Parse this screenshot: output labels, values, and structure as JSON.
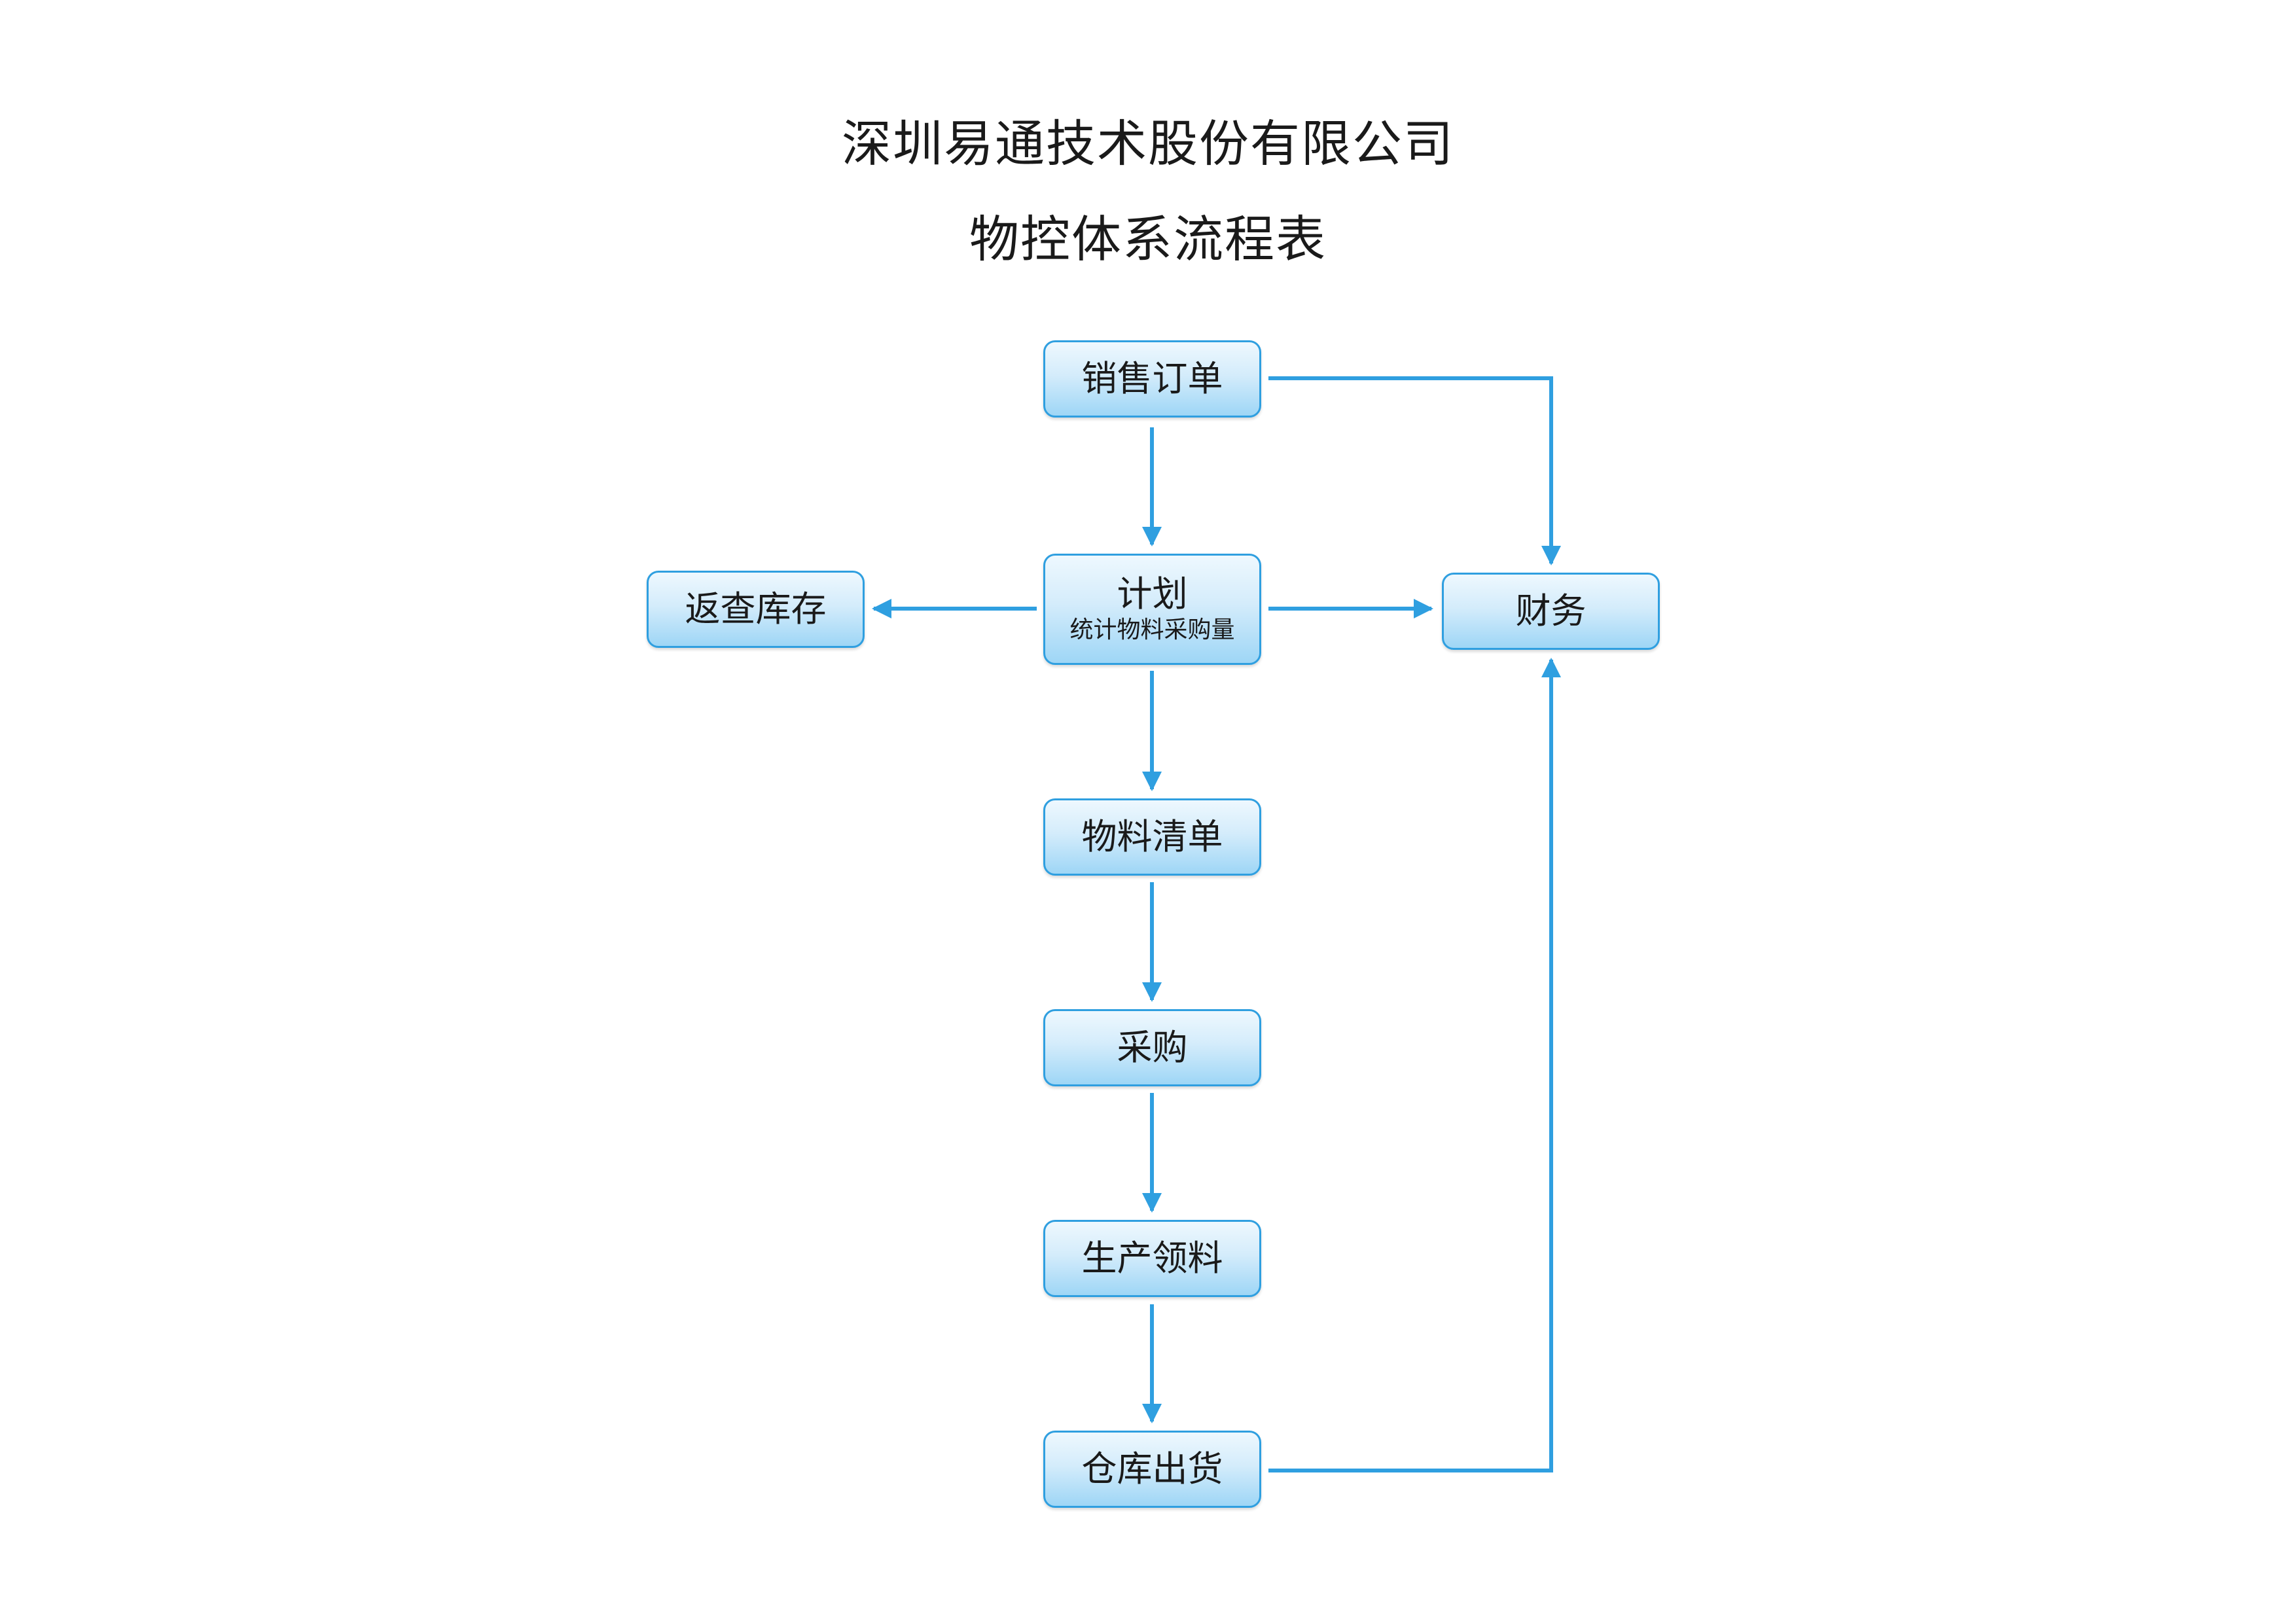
{
  "header": {
    "company": "深圳易通技术股份有限公司",
    "title": "物控体系流程表"
  },
  "colors": {
    "accent": "#2f9fe0",
    "node_fill_top": "#eef8fe",
    "node_fill_bottom": "#9ed6f6"
  },
  "nodes": {
    "sales_order": {
      "label": "销售订单"
    },
    "plan": {
      "label": "计划",
      "sub": "统计物料采购量"
    },
    "check_inventory": {
      "label": "返查库存"
    },
    "finance": {
      "label": "财务"
    },
    "bom": {
      "label": "物料清单"
    },
    "purchase": {
      "label": "采购"
    },
    "production_picking": {
      "label": "生产领料"
    },
    "warehouse_shipping": {
      "label": "仓库出货"
    }
  },
  "edges": [
    {
      "from": "sales_order",
      "to": "plan"
    },
    {
      "from": "sales_order",
      "to": "finance"
    },
    {
      "from": "plan",
      "to": "check_inventory"
    },
    {
      "from": "plan",
      "to": "finance"
    },
    {
      "from": "plan",
      "to": "bom"
    },
    {
      "from": "bom",
      "to": "purchase"
    },
    {
      "from": "purchase",
      "to": "production_picking"
    },
    {
      "from": "production_picking",
      "to": "warehouse_shipping"
    },
    {
      "from": "warehouse_shipping",
      "to": "finance"
    }
  ]
}
